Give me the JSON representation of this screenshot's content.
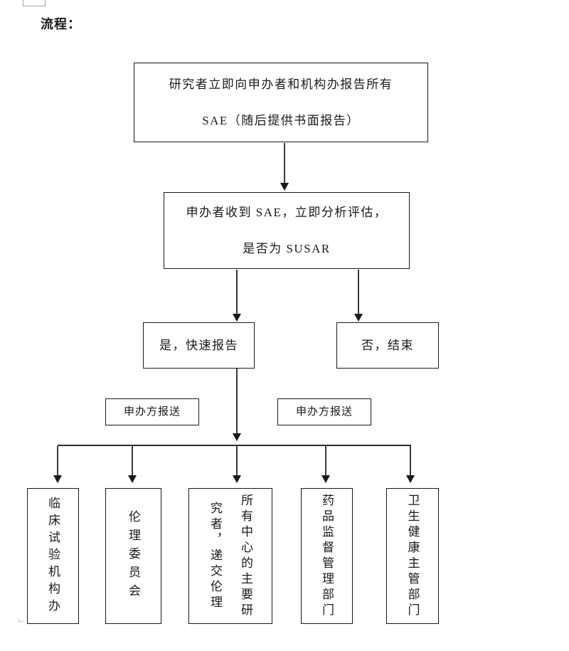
{
  "doc": {
    "heading": "流程："
  },
  "flowchart": {
    "nodes": {
      "report_sae": {
        "line1": "研究者立即向申办者和机构办报告所有",
        "line2": "SAE（随后提供书面报告）"
      },
      "sponsor_assess": {
        "line1": "申办者收到 SAE，立即分析评估，",
        "line2": "是否为 SUSAR"
      },
      "yes_branch": "是，快速报告",
      "no_branch": "否，结束",
      "sponsor_submit_left": "申办方报送",
      "sponsor_submit_right": "申办方报送",
      "dest_institution_office": "临床试验机构办",
      "dest_ethics_committee": "伦理委员会",
      "dest_principal_investigators": {
        "col1": "所有中心的主要研",
        "col2": "究者，递交伦理"
      },
      "dest_drug_regulatory": "药品监督管理部门",
      "dest_health_authority": "卫生健康主管部门"
    },
    "colors": {
      "line": "#3a3a3a",
      "border": "#1a1a1a",
      "text": "#1a1a1a",
      "background": "#ffffff"
    }
  }
}
